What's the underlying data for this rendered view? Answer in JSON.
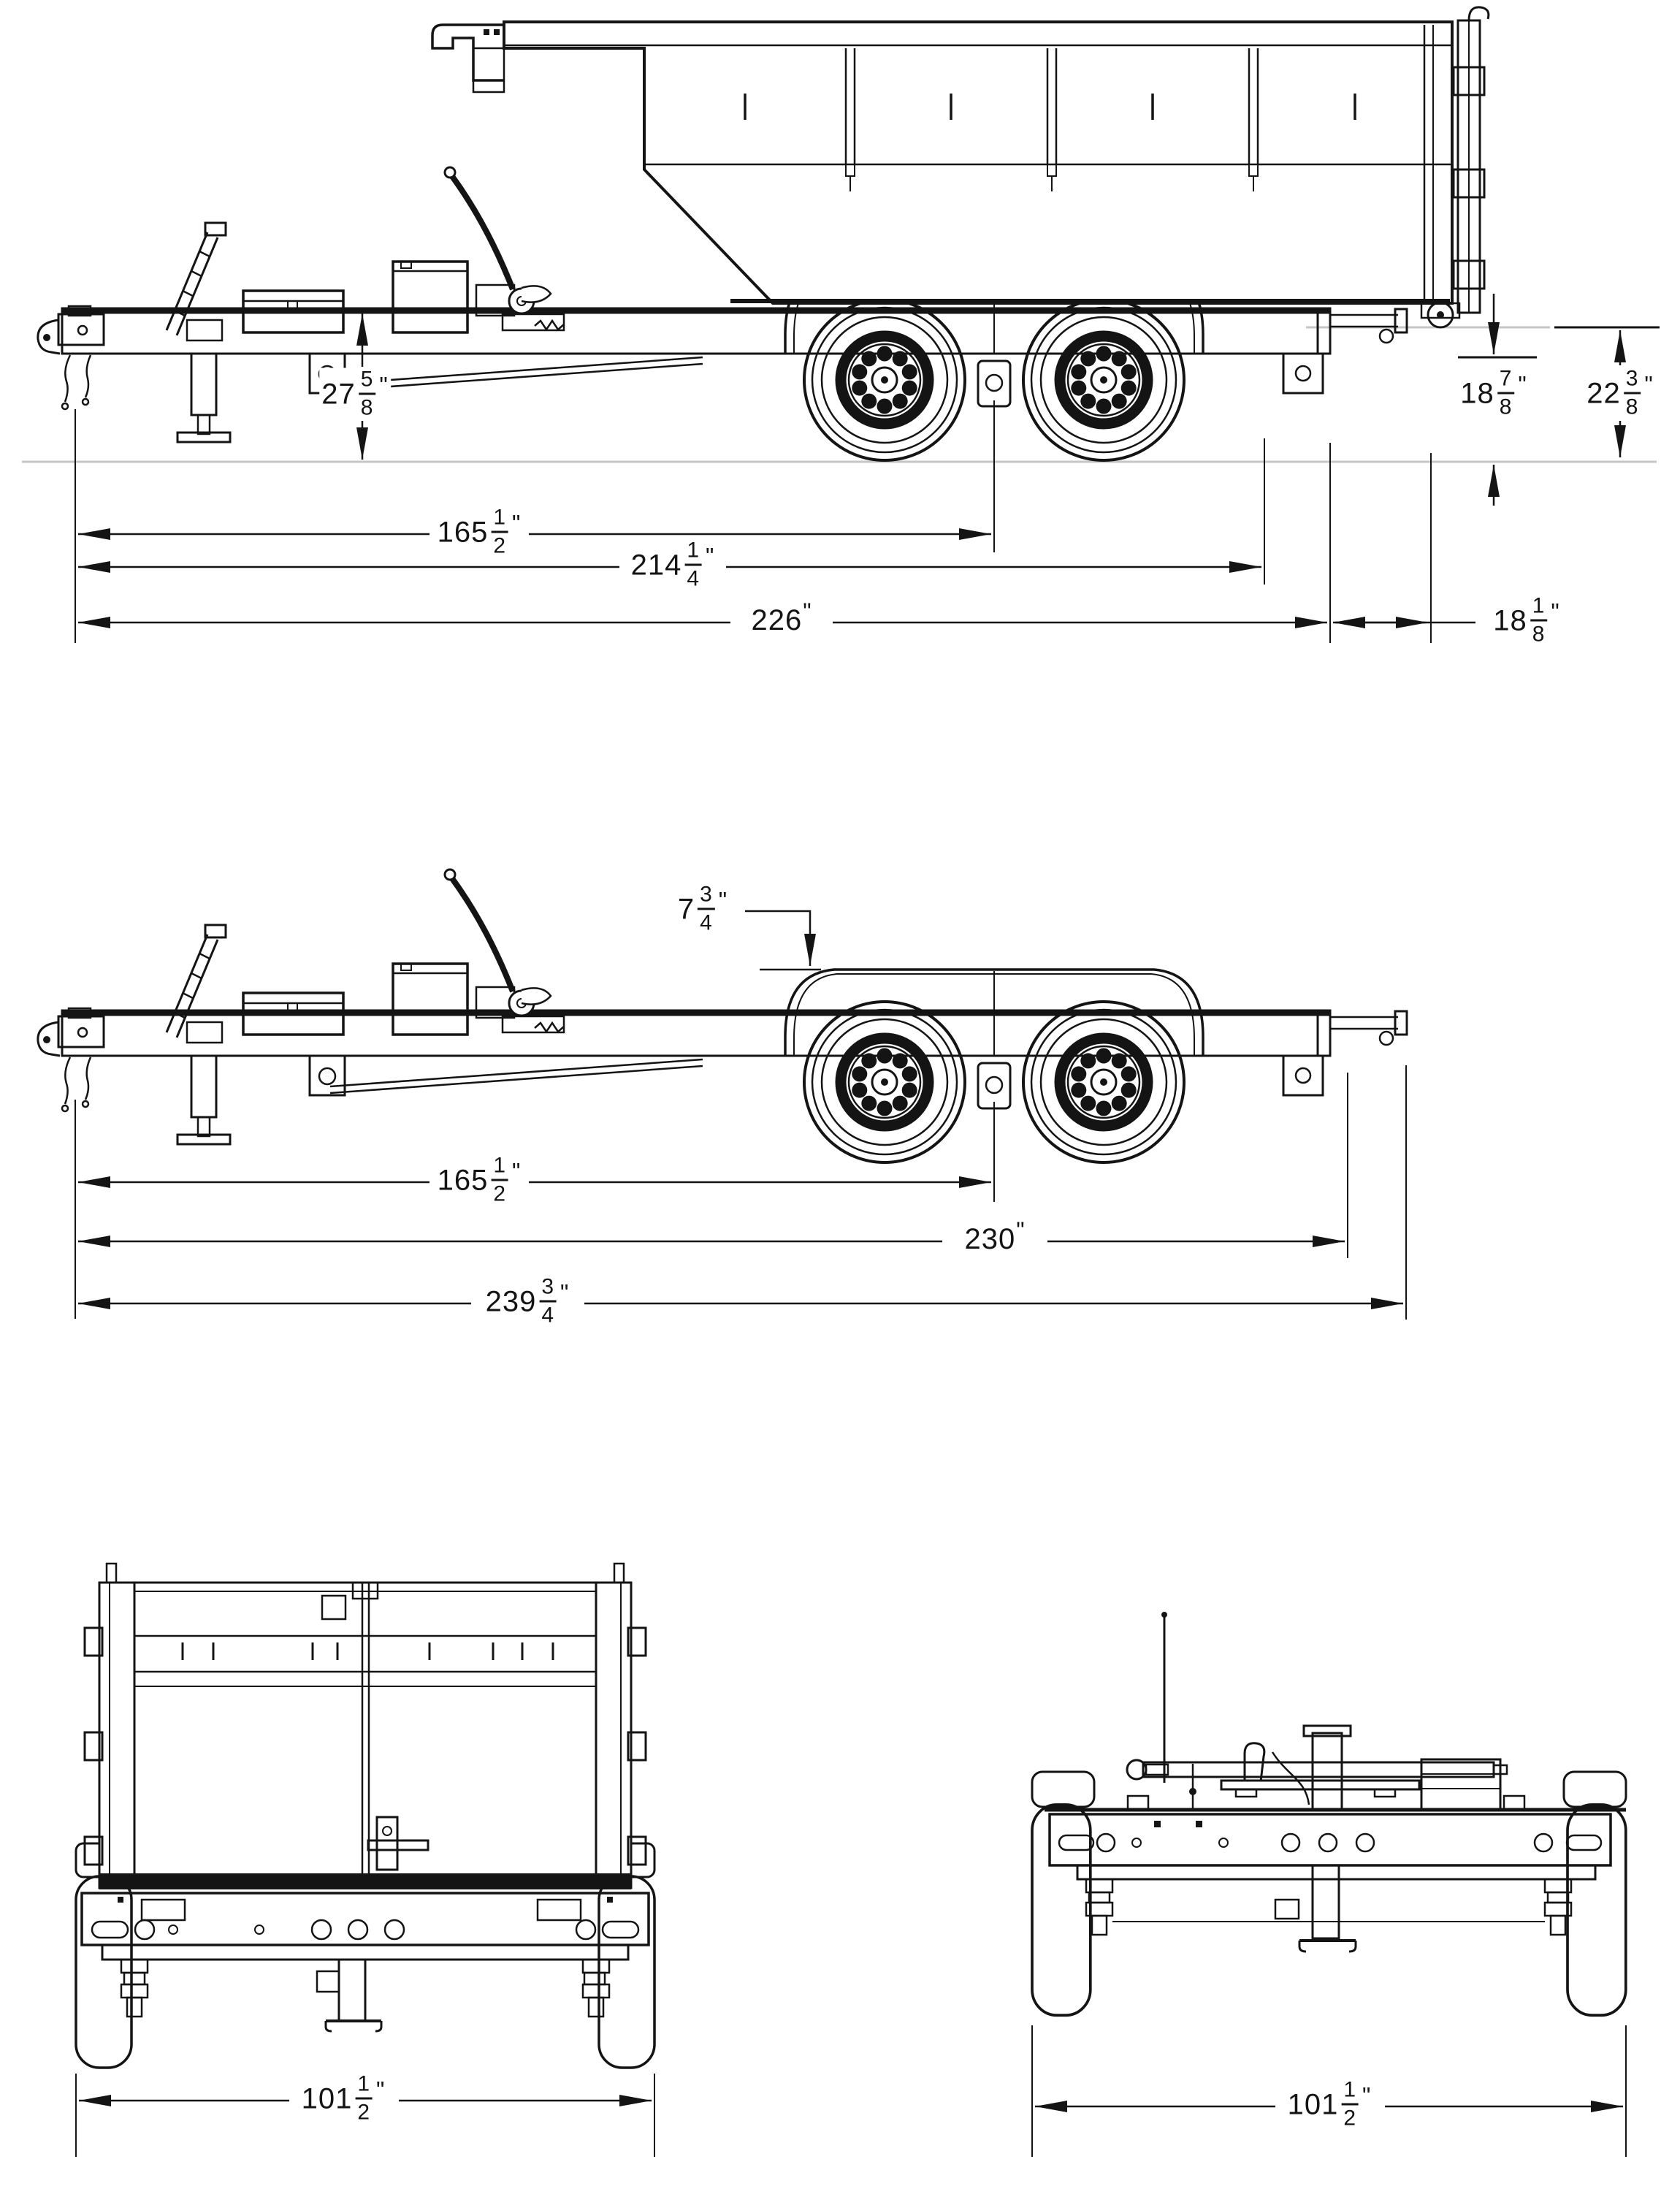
{
  "page": {
    "background": "#ffffff",
    "ink": "#141414",
    "reference_line_color": "#c6c6c6",
    "drawing_type": "trailer blueprint, four orthographic views"
  },
  "views": {
    "side_loaded": {
      "name": "side view with roll-off container",
      "dims": {
        "deck_height": {
          "whole": "27",
          "num": "5",
          "den": "8",
          "unit": "\""
        },
        "hitch_to_tandem": {
          "whole": "165",
          "num": "1",
          "den": "2",
          "unit": "\""
        },
        "hitch_to_rear_frame": {
          "whole": "214",
          "num": "1",
          "den": "4",
          "unit": "\""
        },
        "overall_length": {
          "whole": "226",
          "unit": "\""
        },
        "rear_overhang": {
          "whole": "18",
          "num": "1",
          "den": "8",
          "unit": "\""
        },
        "frame_clearance": {
          "whole": "18",
          "num": "7",
          "den": "8",
          "unit": "\""
        },
        "roller_height": {
          "whole": "22",
          "num": "3",
          "den": "8",
          "unit": "\""
        }
      }
    },
    "side_empty": {
      "name": "side view, frame only",
      "dims": {
        "fender_above_deck": {
          "whole": "7",
          "num": "3",
          "den": "4",
          "unit": "\""
        },
        "hitch_to_tandem": {
          "whole": "165",
          "num": "1",
          "den": "2",
          "unit": "\""
        },
        "frame_length": {
          "whole": "230",
          "unit": "\""
        },
        "overall_length": {
          "whole": "239",
          "num": "3",
          "den": "4",
          "unit": "\""
        }
      }
    },
    "rear_loaded": {
      "name": "rear view with container",
      "dims": {
        "overall_width": {
          "whole": "101",
          "num": "1",
          "den": "2",
          "unit": "\""
        }
      }
    },
    "front_empty": {
      "name": "front view, frame only",
      "dims": {
        "overall_width": {
          "whole": "101",
          "num": "1",
          "den": "2",
          "unit": "\""
        }
      }
    }
  }
}
